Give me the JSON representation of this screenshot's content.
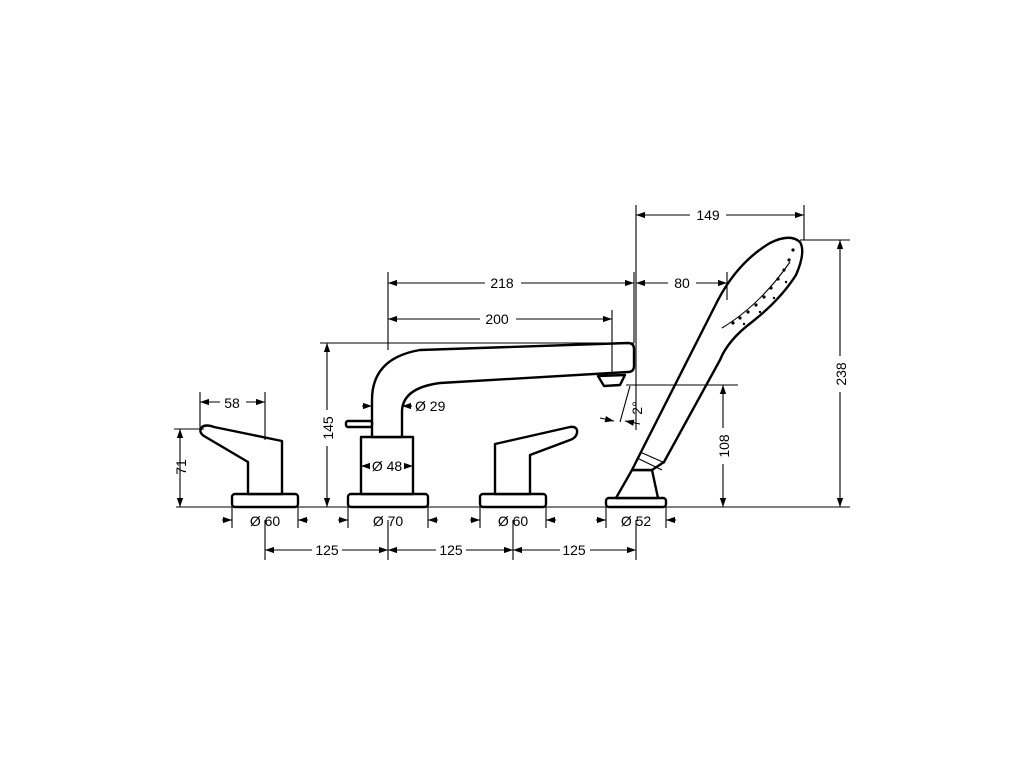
{
  "dimensions": {
    "handle_left_width": "58",
    "handle_left_height": "71",
    "base_left_diameter": "Ø 60",
    "spout_height": "145",
    "spout_base_diameter": "Ø 70",
    "spout_body_diameter": "Ø 48",
    "spout_lever_diameter": "Ø 29",
    "spout_reach_outer": "218",
    "spout_reach_inner": "200",
    "base_right_diameter": "Ø 60",
    "shower_base_diameter": "Ø 52",
    "shower_reach_top": "149",
    "shower_head_offset": "80",
    "spout_outlet_angle": "2°",
    "spout_outlet_height": "108",
    "shower_total_height": "238",
    "spacing_1": "125",
    "spacing_2": "125",
    "spacing_3": "125"
  }
}
